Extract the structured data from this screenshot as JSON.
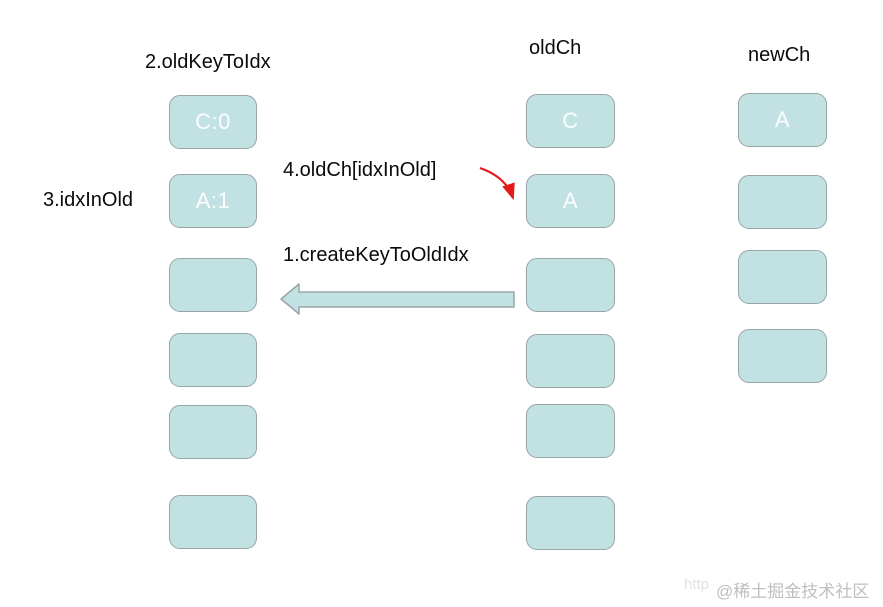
{
  "page": {
    "background": "#ffffff"
  },
  "colors": {
    "box_fill": "#c2e1e3",
    "box_border": "#97a5a8",
    "box_text": "#ffffff",
    "label_text": "#0a0a0a",
    "red_arrow": "#e41a1a",
    "watermark": "#bfbfbf",
    "watermark_ghost": "#e2e2e2"
  },
  "columns": {
    "old_key_to_idx": {
      "title": "2.oldKeyToIdx",
      "boxes": [
        "C:0",
        "A:1",
        "",
        "",
        "",
        ""
      ]
    },
    "old_ch": {
      "title": "oldCh",
      "boxes": [
        "C",
        "A",
        "",
        "",
        "",
        ""
      ]
    },
    "new_ch": {
      "title": "newCh",
      "boxes": [
        "A",
        "",
        "",
        ""
      ]
    }
  },
  "annotations": {
    "idx_in_old": "3.idxInOld",
    "old_ch_lookup": "4.oldCh[idxInOld]",
    "create_key_to_old_idx": "1.createKeyToOldIdx"
  },
  "watermark": {
    "text": "@稀土掘金技术社区",
    "ghost_text": "http"
  }
}
